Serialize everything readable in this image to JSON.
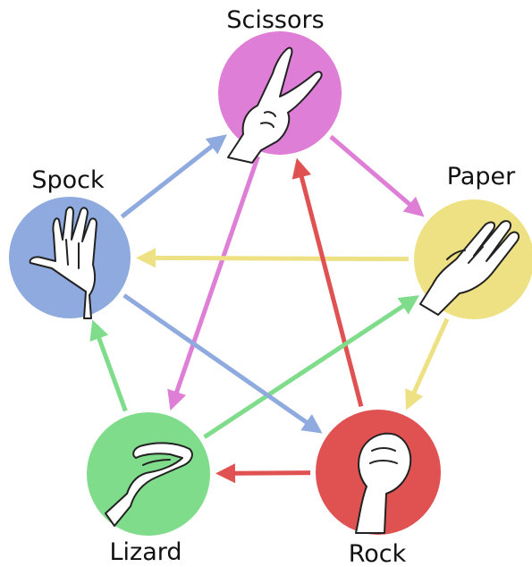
{
  "nodes": {
    "scissors": {
      "label": "Scissors",
      "color": "#de7ed6",
      "icon": "scissors-hand-icon"
    },
    "paper": {
      "label": "Paper",
      "color": "#ede183",
      "icon": "paper-hand-icon"
    },
    "rock": {
      "label": "Rock",
      "color": "#e05252",
      "icon": "rock-hand-icon"
    },
    "lizard": {
      "label": "Lizard",
      "color": "#7fdc8b",
      "icon": "lizard-hand-icon"
    },
    "spock": {
      "label": "Spock",
      "color": "#8eaadf",
      "icon": "spock-hand-icon"
    }
  },
  "edges": [
    {
      "from": "scissors",
      "to": "paper",
      "color": "#de7ed6"
    },
    {
      "from": "scissors",
      "to": "lizard",
      "color": "#de7ed6"
    },
    {
      "from": "paper",
      "to": "rock",
      "color": "#ede183"
    },
    {
      "from": "paper",
      "to": "spock",
      "color": "#ede183"
    },
    {
      "from": "rock",
      "to": "lizard",
      "color": "#e05252"
    },
    {
      "from": "rock",
      "to": "scissors",
      "color": "#e05252"
    },
    {
      "from": "lizard",
      "to": "spock",
      "color": "#7fdc8b"
    },
    {
      "from": "lizard",
      "to": "paper",
      "color": "#7fdc8b"
    },
    {
      "from": "spock",
      "to": "scissors",
      "color": "#8eaadf"
    },
    {
      "from": "spock",
      "to": "rock",
      "color": "#8eaadf"
    }
  ]
}
